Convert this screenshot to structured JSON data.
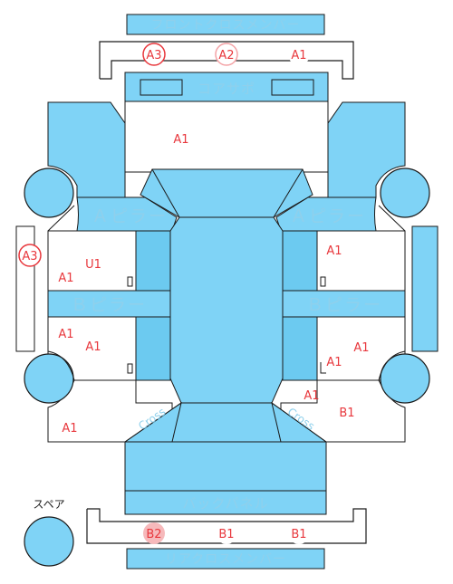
{
  "parts": {
    "front_cross_member": "フロントクロスメンバー",
    "core_support": "コアサポ",
    "a_pillar": "Ａピラー",
    "b_pillar": "Ｂピラー",
    "back_panel": "バックパネル",
    "rear_cross_member": "リアクロスメンバー",
    "spare": "スペア",
    "cross_left": "Cross",
    "cross_right": "Cross"
  },
  "marks": {
    "front_member_left": "A3",
    "front_member_mid": "A2",
    "front_member_right": "A1",
    "front_inner": "A1",
    "left_side": "A3",
    "left_front_door_u": "U1",
    "left_front_door_a": "A1",
    "left_rear_door_1": "A1",
    "left_rear_door_2": "A1",
    "left_rear_quarter": "A1",
    "right_front_door": "A1",
    "right_rear_door_1": "A1",
    "right_rear_door_2": "A1",
    "right_rear_quarter_a": "A1",
    "right_rear_quarter_b": "B1",
    "rear_member_left": "B2",
    "rear_member_mid": "B1",
    "rear_member_right": "B1"
  },
  "colors": {
    "panel_fill": "#7fd3f6",
    "panel_dark": "#6ccaf0",
    "outline": "#1a1a1a",
    "mark_red": "#e8383d",
    "label_light": "#8fd0ec"
  }
}
